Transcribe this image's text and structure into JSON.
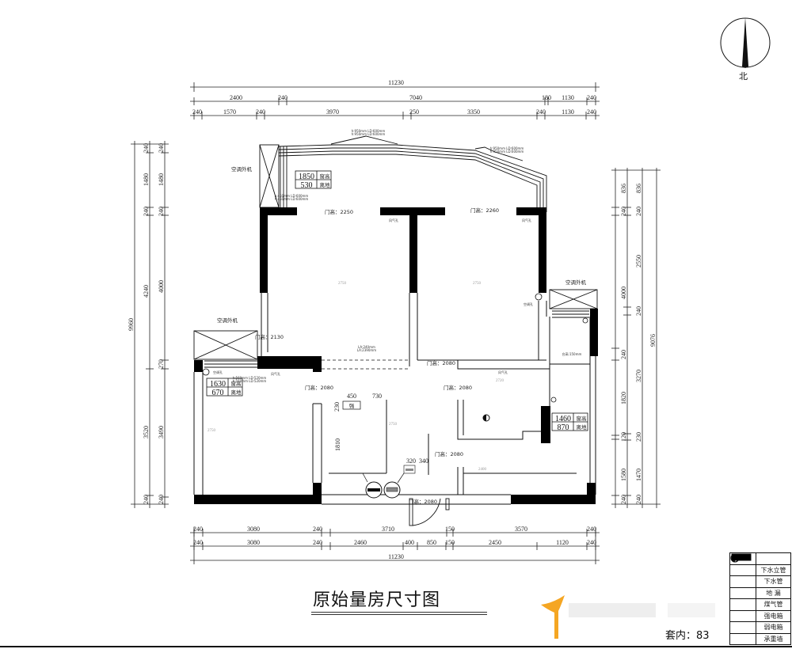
{
  "title": "原始量房尺寸图",
  "area_label": "套内：83",
  "compass": {
    "north_label": "北"
  },
  "dimensions": {
    "top_total": "11230",
    "top_row1": [
      "2400",
      "240",
      "7040",
      "180",
      "1130",
      "240"
    ],
    "top_row2": [
      "240",
      "1570",
      "240",
      "3970",
      "250",
      "3350",
      "240",
      "1130",
      "240"
    ],
    "bottom_row1": [
      "240",
      "3080",
      "240",
      "3710",
      "150",
      "3570",
      "240"
    ],
    "bottom_row2": [
      "240",
      "3080",
      "240",
      "2460",
      "400",
      "850",
      "150",
      "2450",
      "1120",
      "240"
    ],
    "bottom_total": "11230",
    "left_total": "9960",
    "left_col1": [
      "240",
      "1480",
      "240",
      "4240",
      "3520",
      "240"
    ],
    "left_col2": [
      "240",
      "1480",
      "240",
      "4000",
      "270",
      "3490",
      "240"
    ],
    "right_total": "9076",
    "right_col1": [
      "836",
      "240",
      "4000",
      "240",
      "1820",
      "120",
      "1580",
      "240"
    ],
    "right_col2": [
      "836",
      "240",
      "2550",
      "240",
      "3270",
      "230",
      "1470",
      "240"
    ]
  },
  "windows": [
    {
      "height": "1850",
      "height_label": "窗高",
      "sill": "530",
      "sill_label": "离地"
    },
    {
      "height": "1630",
      "height_label": "窗高",
      "sill": "670",
      "sill_label": "离地"
    },
    {
      "height": "1460",
      "height_label": "窗高",
      "sill": "870",
      "sill_label": "离地"
    }
  ],
  "annotations": {
    "ac_unit": "空调外机",
    "ac_hole": "空调孔",
    "vent": "风气孔",
    "door_heights": [
      "门高：2250",
      "门高：2260",
      "门高：2080",
      "门高：2080",
      "门高：2080",
      "门高：2080",
      "门高：2080",
      "门高：2130"
    ],
    "win_notes": [
      "h:950mm LD:600mm",
      "h:950mm LD:600mm",
      "h:450mm LD:600mm",
      "h:560mm LD:520mm"
    ],
    "beam_note": [
      "LA:240mm",
      "LA:2390mm"
    ],
    "counter_note": "台高:150mm",
    "ceiling_heights": [
      "2750",
      "2750",
      "2750",
      "2750",
      "2720",
      "2400"
    ],
    "box_dims": [
      "450",
      "730",
      "230",
      "1810",
      "320",
      "340"
    ],
    "strong_box": "强"
  },
  "legend": [
    {
      "icon": "half-filled-circle-icon",
      "label": ""
    },
    {
      "icon": "crossed-circle-icon",
      "label": "下水立管"
    },
    {
      "icon": "circle-icon",
      "label": "下水管"
    },
    {
      "icon": "floor-drain-icon",
      "label": "地 漏"
    },
    {
      "icon": "gas-pipe-icon",
      "label": "煤气管"
    },
    {
      "icon": "strong-box-icon",
      "label": "强电箱"
    },
    {
      "icon": "weak-box-icon",
      "label": "弱电箱"
    },
    {
      "icon": "bearing-wall-icon",
      "label": "承重墙"
    }
  ],
  "colors": {
    "wall": "#000000",
    "line": "#111111",
    "logo": "#f5a623"
  }
}
